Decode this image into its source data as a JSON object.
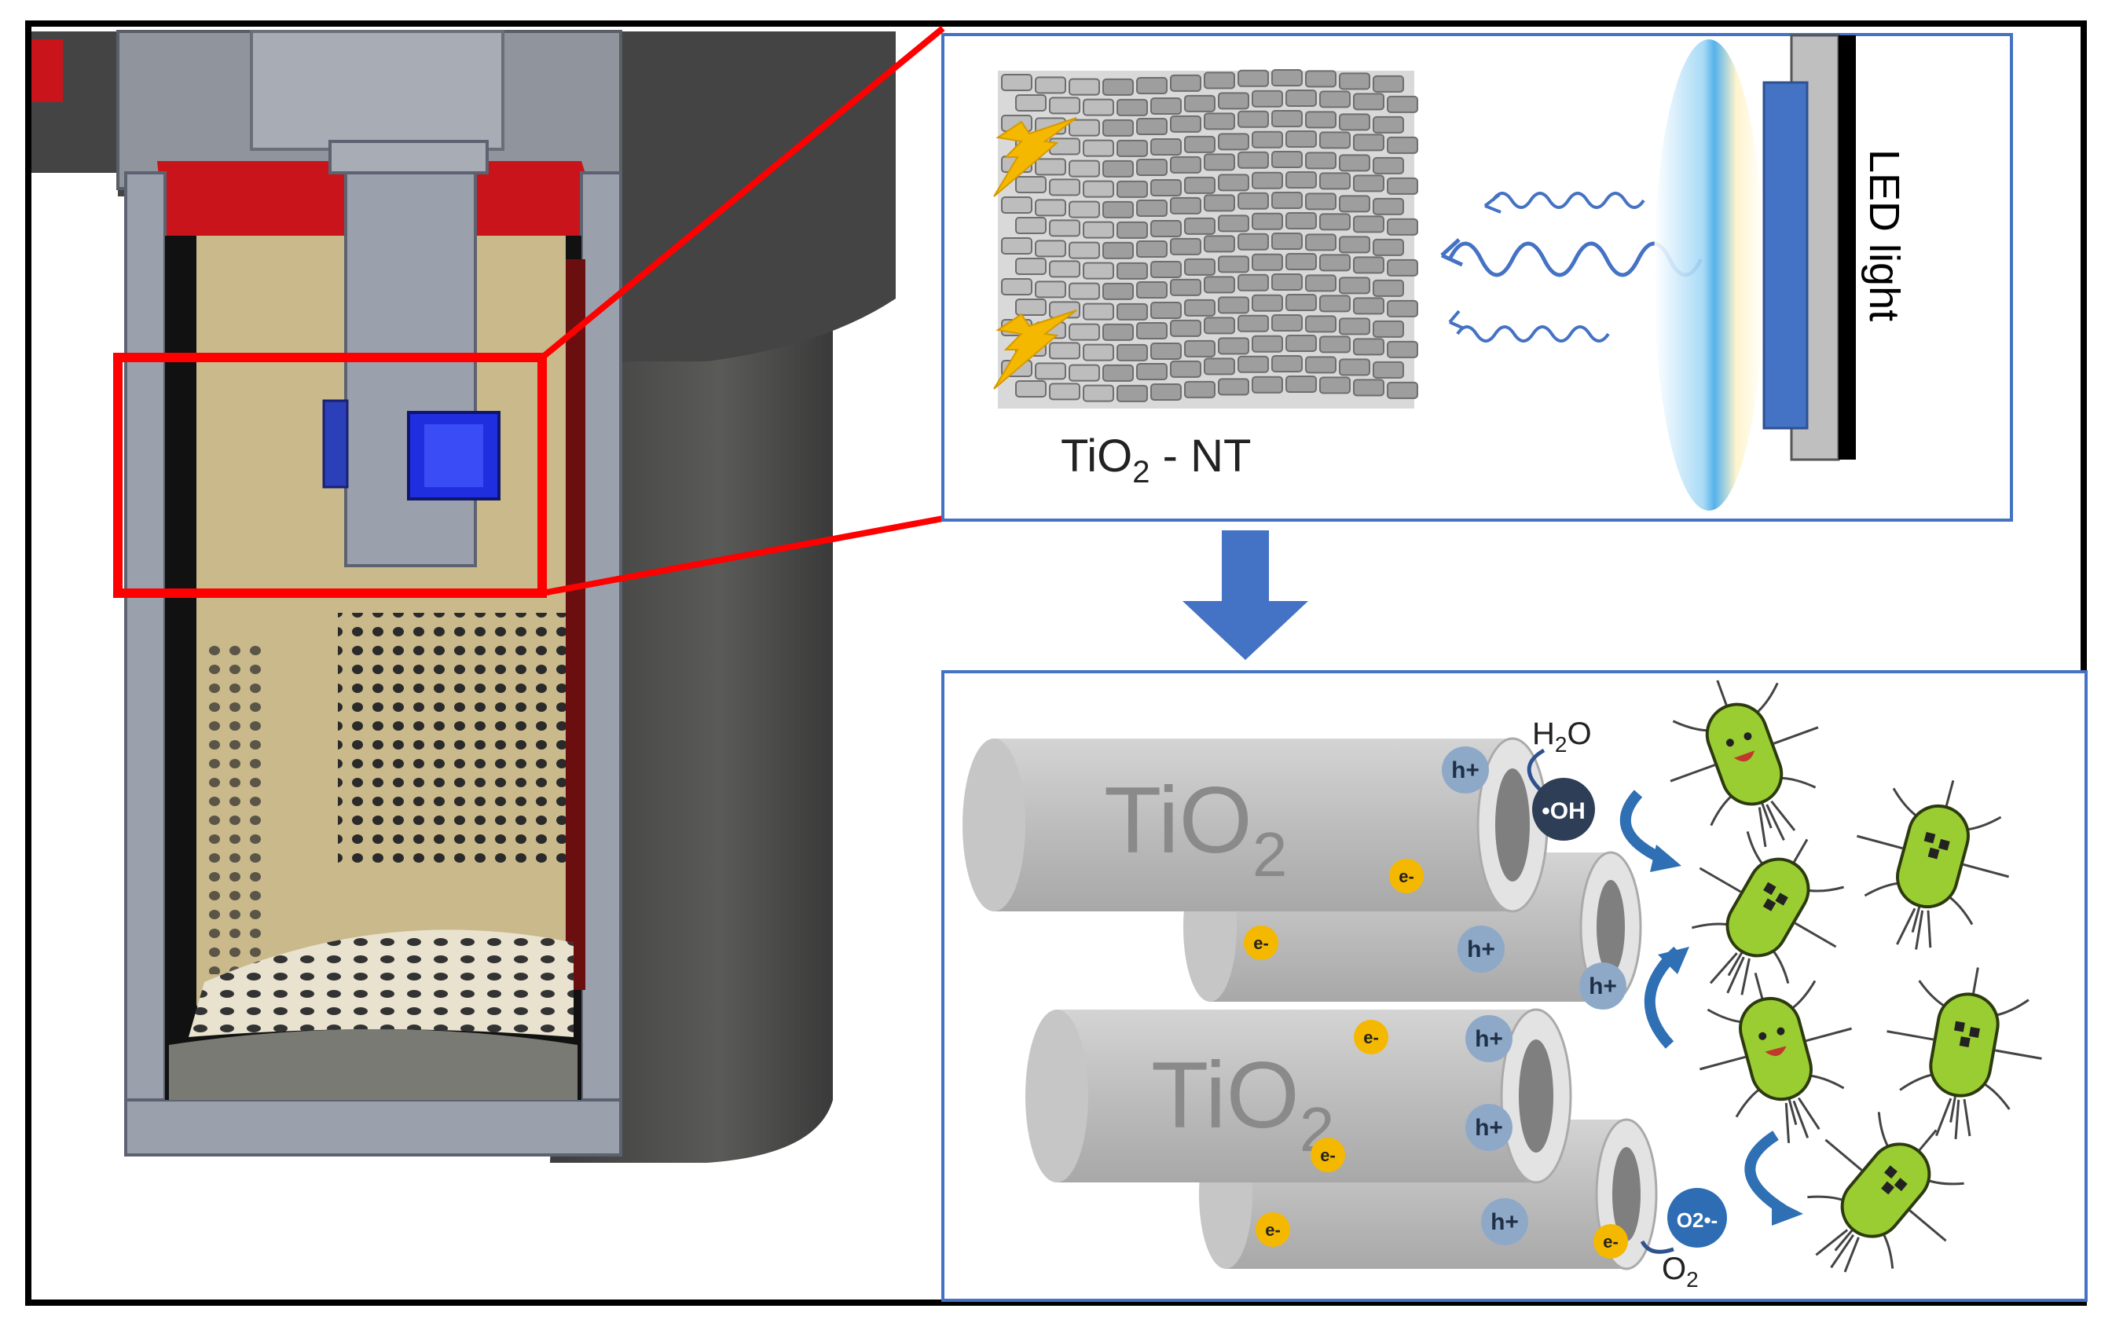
{
  "top_panel": {
    "material_label_main": "TiO",
    "material_label_sub": "2",
    "material_label_suffix": " - NT",
    "light_label": "LED light"
  },
  "bottom_panel": {
    "tube_label_main": "TiO",
    "tube_label_sub": "2",
    "hole": "h+",
    "electron": "e-",
    "water_main": "H",
    "water_sub": "2",
    "water_suffix": "O",
    "hydroxyl": "•OH",
    "superoxide": "O2•-",
    "oxygen_main": "O",
    "oxygen_sub": "2"
  },
  "colors": {
    "frame": "#000000",
    "zoom_box": "#ff0000",
    "panel_border": "#4472c4",
    "arrow": "#4472c4",
    "led_blue": "#4472c4",
    "bacteria": "#9acd32",
    "electron": "#f5b800",
    "hole": "#8ea9c8"
  }
}
